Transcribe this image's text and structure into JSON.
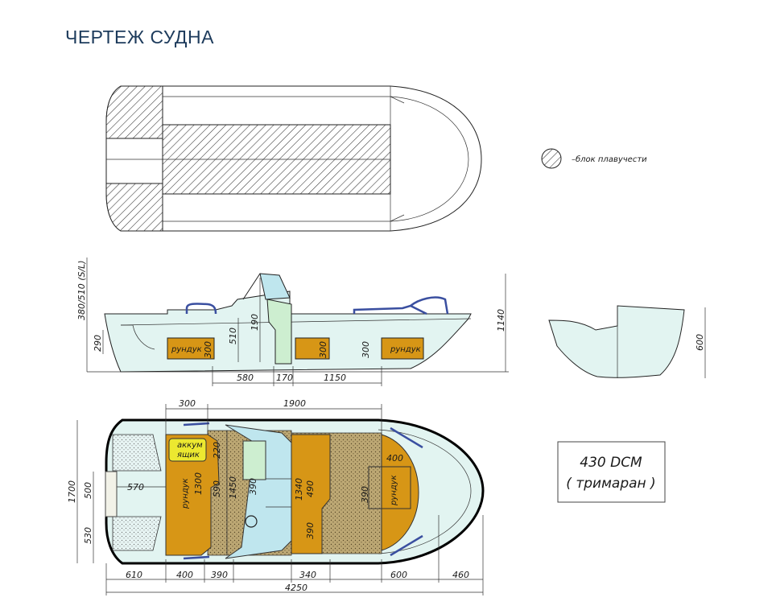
{
  "title": "ЧЕРТЕЖ СУДНА",
  "colors": {
    "title": "#1d3b5c",
    "hull_fill": "#e2f4f1",
    "storage_fill": "#d79616",
    "floor_fill": "#bda874",
    "console_fill": "#cdeed0",
    "windshield_fill": "#bfe6ee",
    "battery_fill": "#ece830",
    "rail": "#3a4fa0"
  },
  "legend": {
    "buoyancy_label": "–блок плавучести"
  },
  "model_box": {
    "line1": "430 DCM",
    "line2": "( тримаран )"
  },
  "side_view": {
    "height_label": "380/510 (S/L)",
    "dims": {
      "left_box": "290",
      "console_height": "510",
      "windshield": "190",
      "total_height": "1140",
      "box_left": "300",
      "box_mid": "300",
      "box_right": "300",
      "seg1": "580",
      "seg2": "170",
      "seg3": "1150"
    },
    "box_labels": {
      "left": "рундук",
      "right": "рундук"
    }
  },
  "section_view": {
    "height": "600"
  },
  "plan_view": {
    "labels": {
      "battery_line1": "аккум",
      "battery_line2": "ящик",
      "box_left": "рундук",
      "box_right": "рундук"
    },
    "dims": {
      "top_300": "300",
      "top_1900": "1900",
      "width_1700": "1700",
      "w500": "500",
      "w530": "530",
      "w570": "570",
      "h1300": "1300",
      "h220": "220",
      "h590": "590",
      "h1450": "1450",
      "h390a": "390",
      "h1340": "1340",
      "h490": "490",
      "h390b": "390",
      "h400": "400",
      "h390c": "390",
      "b610": "610",
      "b400": "400",
      "b390": "390",
      "b340": "340",
      "b600": "600",
      "b460": "460",
      "total": "4250"
    }
  }
}
